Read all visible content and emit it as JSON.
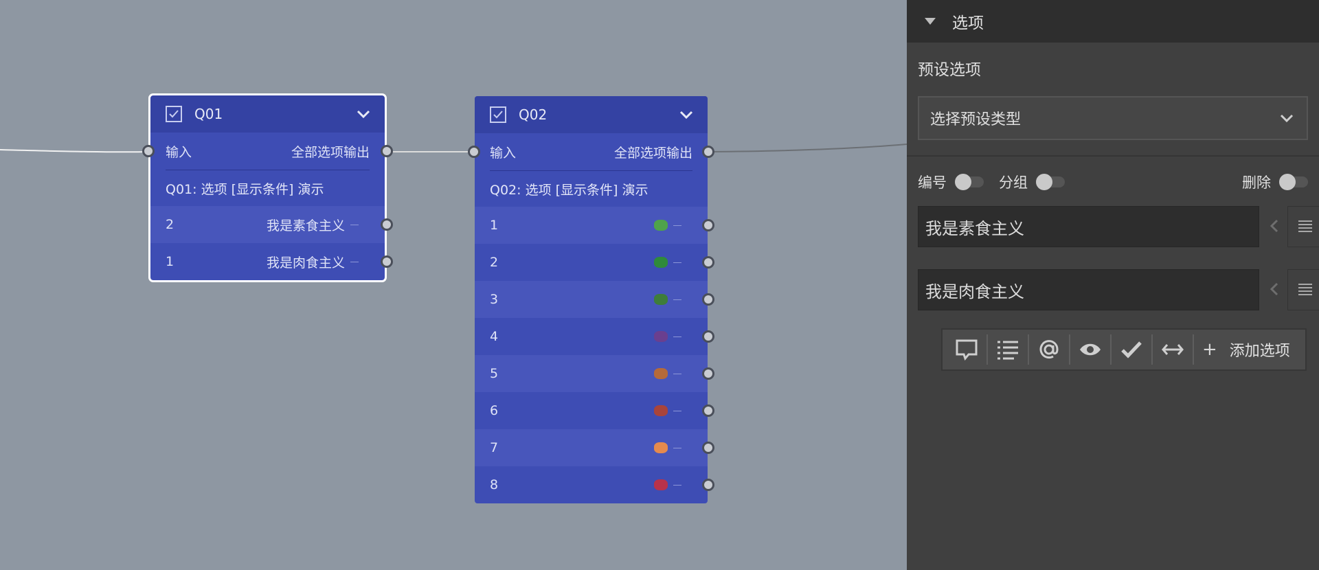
{
  "nodes": [
    {
      "title": "Q01",
      "input_label": "输入",
      "output_label": "全部选项输出",
      "description": "Q01: 选项 [显示条件] 演示",
      "options": [
        {
          "number": "2",
          "label": "我是素食主义"
        },
        {
          "number": "1",
          "label": "我是肉食主义"
        }
      ]
    },
    {
      "title": "Q02",
      "input_label": "输入",
      "output_label": "全部选项输出",
      "description": "Q02: 选项 [显示条件] 演示",
      "options": [
        {
          "number": "1",
          "icon": "leafy-green-icon",
          "color": "#4fa24a"
        },
        {
          "number": "2",
          "icon": "lettuce-icon",
          "color": "#2f8a3b"
        },
        {
          "number": "3",
          "icon": "broccoli-icon",
          "color": "#3e7d3a"
        },
        {
          "number": "4",
          "icon": "eggplant-icon",
          "color": "#6a3f8f"
        },
        {
          "number": "5",
          "icon": "poultry-leg-icon",
          "color": "#b56a3a"
        },
        {
          "number": "6",
          "icon": "meat-on-bone-icon",
          "color": "#a8443b"
        },
        {
          "number": "7",
          "icon": "shrimp-icon",
          "color": "#e58a4e"
        },
        {
          "number": "8",
          "icon": "steak-icon",
          "color": "#b8324a"
        }
      ]
    }
  ],
  "sidebar": {
    "section_title": "选项",
    "preset_label": "预设选项",
    "preset_select": "选择预设类型",
    "toggles": {
      "number_label": "编号",
      "group_label": "分组",
      "delete_label": "删除"
    },
    "options": [
      {
        "value": "我是素食主义"
      },
      {
        "value": "我是肉食主义"
      }
    ],
    "toolbar": {
      "add_label": "添加选项"
    }
  },
  "colors": {
    "canvas": "#8e97a2",
    "node": "#3e4db4",
    "node_header": "#3442a3",
    "sidebar": "#404040"
  }
}
